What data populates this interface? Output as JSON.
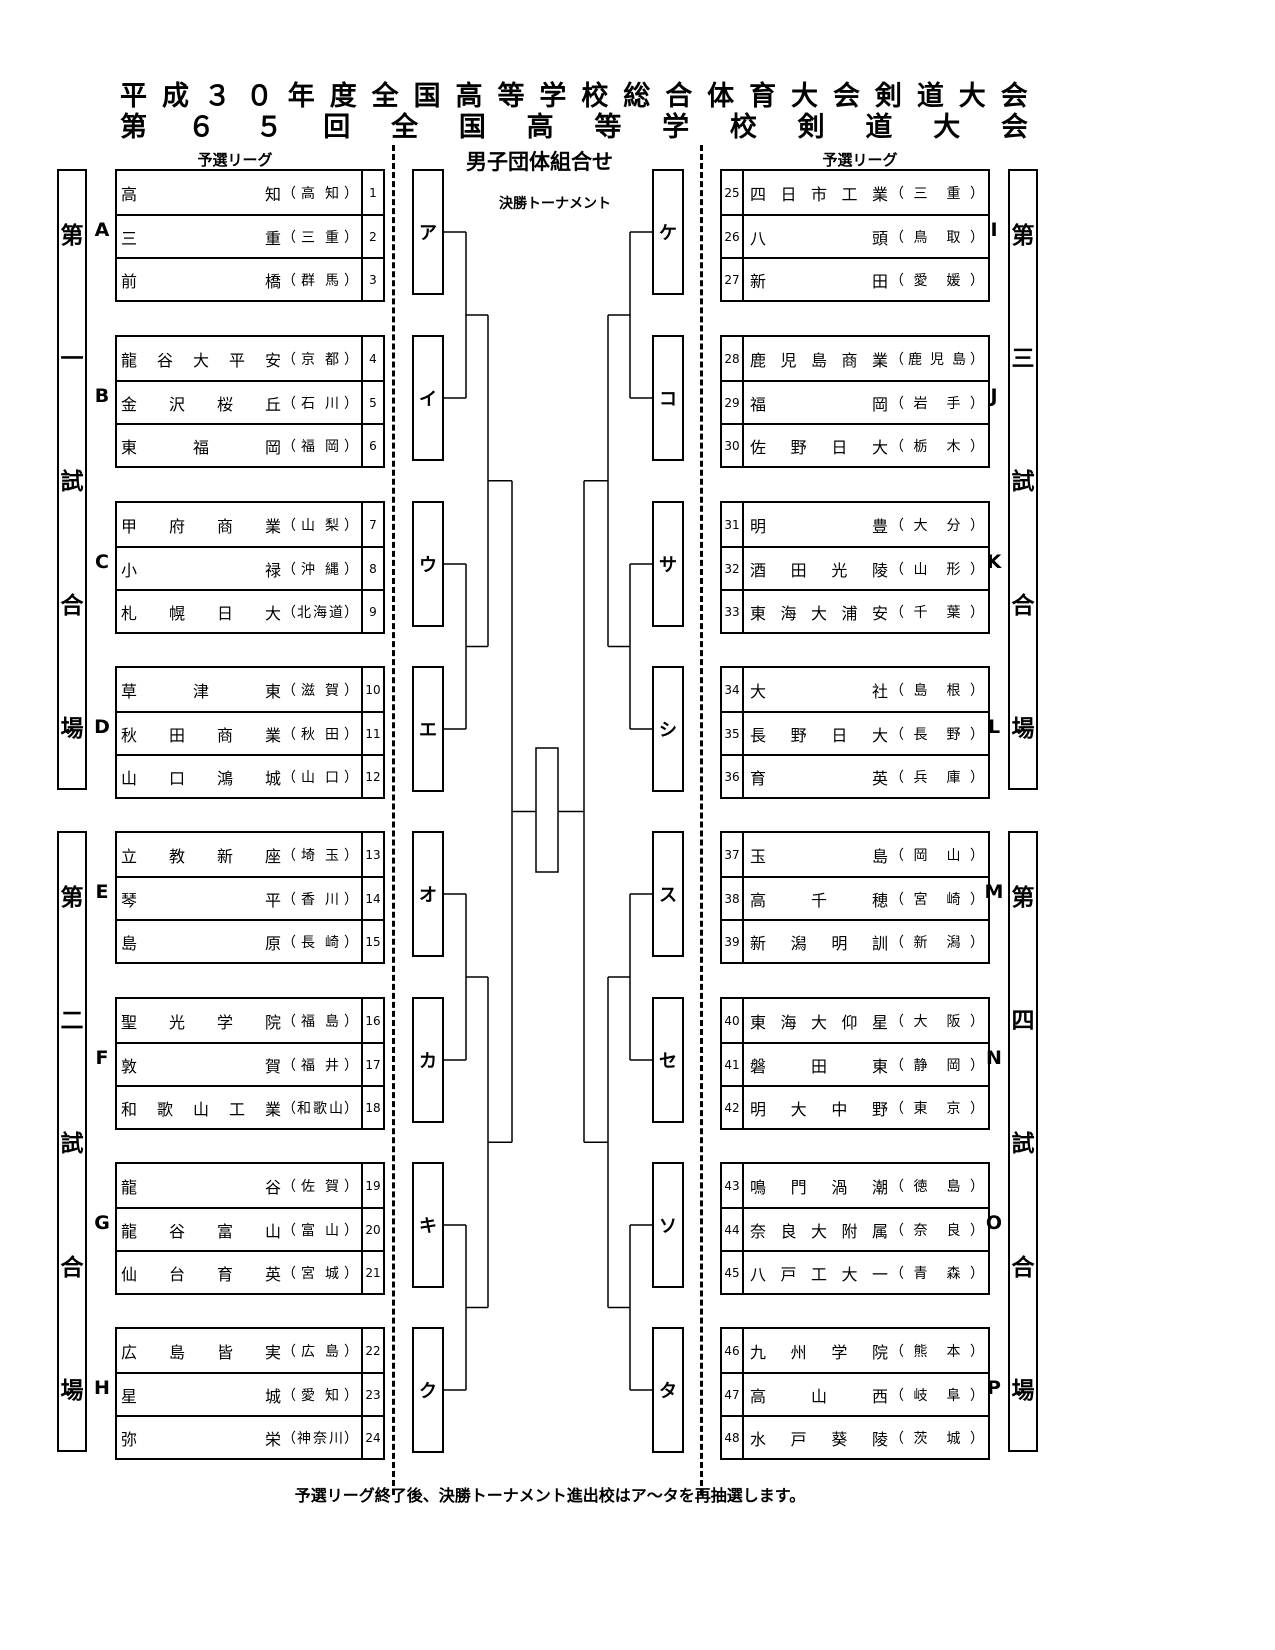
{
  "title_line1": "平成３０年度全国高等学校総合体育大会剣道大会",
  "title_line2": "第６５回全国高等学校剣道大会",
  "left_header": "予選リーグ",
  "right_header": "予選リーグ",
  "center_title": "男子団体組合せ",
  "final_tournament": "決勝トーナメント",
  "footer_note": "予選リーグ終了後、決勝トーナメント進出校はア～タを再抽選します。",
  "venues": [
    {
      "name": "第一試合場"
    },
    {
      "name": "第二試合場"
    },
    {
      "name": "第三試合場"
    },
    {
      "name": "第四試合場"
    }
  ],
  "leagues": [
    {
      "letter": "A",
      "slot": "ア",
      "teams": [
        {
          "num": "1",
          "school": "高知",
          "pref": "高知"
        },
        {
          "num": "2",
          "school": "三重",
          "pref": "三重"
        },
        {
          "num": "3",
          "school": "前橋",
          "pref": "群馬"
        }
      ]
    },
    {
      "letter": "B",
      "slot": "イ",
      "teams": [
        {
          "num": "4",
          "school": "龍谷大平安",
          "pref": "京都"
        },
        {
          "num": "5",
          "school": "金沢桜丘",
          "pref": "石川"
        },
        {
          "num": "6",
          "school": "東福岡",
          "pref": "福岡"
        }
      ]
    },
    {
      "letter": "C",
      "slot": "ウ",
      "teams": [
        {
          "num": "7",
          "school": "甲府商業",
          "pref": "山梨"
        },
        {
          "num": "8",
          "school": "小禄",
          "pref": "沖縄"
        },
        {
          "num": "9",
          "school": "札幌日大",
          "pref": "北海道"
        }
      ]
    },
    {
      "letter": "D",
      "slot": "エ",
      "teams": [
        {
          "num": "10",
          "school": "草津東",
          "pref": "滋賀"
        },
        {
          "num": "11",
          "school": "秋田商業",
          "pref": "秋田"
        },
        {
          "num": "12",
          "school": "山口鴻城",
          "pref": "山口"
        }
      ]
    },
    {
      "letter": "E",
      "slot": "オ",
      "teams": [
        {
          "num": "13",
          "school": "立教新座",
          "pref": "埼玉"
        },
        {
          "num": "14",
          "school": "琴平",
          "pref": "香川"
        },
        {
          "num": "15",
          "school": "島原",
          "pref": "長崎"
        }
      ]
    },
    {
      "letter": "F",
      "slot": "カ",
      "teams": [
        {
          "num": "16",
          "school": "聖光学院",
          "pref": "福島"
        },
        {
          "num": "17",
          "school": "敦賀",
          "pref": "福井"
        },
        {
          "num": "18",
          "school": "和歌山工業",
          "pref": "和歌山"
        }
      ]
    },
    {
      "letter": "G",
      "slot": "キ",
      "teams": [
        {
          "num": "19",
          "school": "龍谷",
          "pref": "佐賀"
        },
        {
          "num": "20",
          "school": "龍谷富山",
          "pref": "富山"
        },
        {
          "num": "21",
          "school": "仙台育英",
          "pref": "宮城"
        }
      ]
    },
    {
      "letter": "H",
      "slot": "ク",
      "teams": [
        {
          "num": "22",
          "school": "広島皆実",
          "pref": "広島"
        },
        {
          "num": "23",
          "school": "星城",
          "pref": "愛知"
        },
        {
          "num": "24",
          "school": "弥栄",
          "pref": "神奈川"
        }
      ]
    },
    {
      "letter": "I",
      "slot": "ケ",
      "teams": [
        {
          "num": "25",
          "school": "四日市工業",
          "pref": "三重"
        },
        {
          "num": "26",
          "school": "八頭",
          "pref": "鳥取"
        },
        {
          "num": "27",
          "school": "新田",
          "pref": "愛媛"
        }
      ]
    },
    {
      "letter": "J",
      "slot": "コ",
      "teams": [
        {
          "num": "28",
          "school": "鹿児島商業",
          "pref": "鹿児島"
        },
        {
          "num": "29",
          "school": "福岡",
          "pref": "岩手"
        },
        {
          "num": "30",
          "school": "佐野日大",
          "pref": "栃木"
        }
      ]
    },
    {
      "letter": "K",
      "slot": "サ",
      "teams": [
        {
          "num": "31",
          "school": "明豊",
          "pref": "大分"
        },
        {
          "num": "32",
          "school": "酒田光陵",
          "pref": "山形"
        },
        {
          "num": "33",
          "school": "東海大浦安",
          "pref": "千葉"
        }
      ]
    },
    {
      "letter": "L",
      "slot": "シ",
      "teams": [
        {
          "num": "34",
          "school": "大社",
          "pref": "島根"
        },
        {
          "num": "35",
          "school": "長野日大",
          "pref": "長野"
        },
        {
          "num": "36",
          "school": "育英",
          "pref": "兵庫"
        }
      ]
    },
    {
      "letter": "M",
      "slot": "ス",
      "teams": [
        {
          "num": "37",
          "school": "玉島",
          "pref": "岡山"
        },
        {
          "num": "38",
          "school": "高千穂",
          "pref": "宮崎"
        },
        {
          "num": "39",
          "school": "新潟明訓",
          "pref": "新潟"
        }
      ]
    },
    {
      "letter": "N",
      "slot": "セ",
      "teams": [
        {
          "num": "40",
          "school": "東海大仰星",
          "pref": "大阪"
        },
        {
          "num": "41",
          "school": "磐田東",
          "pref": "静岡"
        },
        {
          "num": "42",
          "school": "明大中野",
          "pref": "東京"
        }
      ]
    },
    {
      "letter": "O",
      "slot": "ソ",
      "teams": [
        {
          "num": "43",
          "school": "鳴門渦潮",
          "pref": "徳島"
        },
        {
          "num": "44",
          "school": "奈良大附属",
          "pref": "奈良"
        },
        {
          "num": "45",
          "school": "八戸工大一",
          "pref": "青森"
        }
      ]
    },
    {
      "letter": "P",
      "slot": "タ",
      "teams": [
        {
          "num": "46",
          "school": "九州学院",
          "pref": "熊本"
        },
        {
          "num": "47",
          "school": "高山西",
          "pref": "岐阜"
        },
        {
          "num": "48",
          "school": "水戸葵陵",
          "pref": "茨城"
        }
      ]
    }
  ]
}
